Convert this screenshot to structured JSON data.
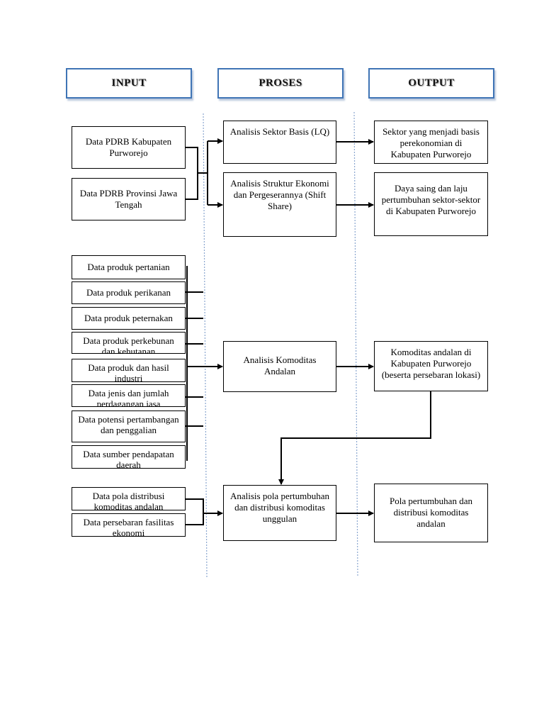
{
  "headers": {
    "input": "INPUT",
    "proses": "PROSES",
    "output": "OUTPUT"
  },
  "inputs": {
    "pdrb_kabupaten": "Data PDRB Kabupaten Purworejo",
    "pdrb_provinsi": "Data PDRB Provinsi Jawa Tengah",
    "produk_pertanian": "Data produk pertanian",
    "produk_perikanan": "Data produk perikanan",
    "produk_peternakan": "Data produk peternakan",
    "produk_perkebunan": "Data produk perkebunan dan kehutanan",
    "produk_industri": "Data produk dan hasil industri",
    "jenis_perdagangan": "Data jenis dan jumlah perdagangan jasa",
    "potensi_pertambangan": "Data potensi pertambangan dan penggalian",
    "sumber_pendapatan": "Data sumber pendapatan daerah",
    "pola_distribusi": "Data pola distribusi komoditas andalan",
    "persebaran_fasilitas": "Data persebaran fasilitas ekonomi"
  },
  "processes": {
    "sektor_basis": "Analisis Sektor Basis (LQ)",
    "shift_share": "Analisis Struktur Ekonomi dan Pergeserannya (Shift Share)",
    "komoditas_andalan": "Analisis Komoditas Andalan",
    "pola_pertumbuhan": "Analisis pola pertumbuhan dan distribusi komoditas unggulan"
  },
  "outputs": {
    "sektor_basis": "Sektor yang menjadi basis perekonomian di Kabupaten Purworejo",
    "daya_saing": "Daya saing dan laju pertumbuhan sektor-sektor di Kabupaten Purworejo",
    "komoditas_andalan": "Komoditas andalan di Kabupaten Purworejo (beserta persebaran lokasi)",
    "pola_pertumbuhan": "Pola pertumbuhan dan distribusi komoditas andalan"
  }
}
